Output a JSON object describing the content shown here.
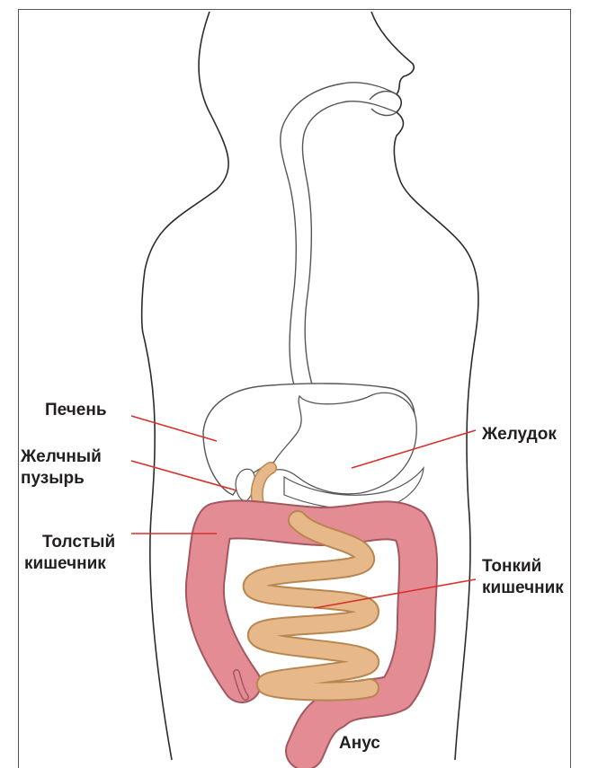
{
  "diagram": {
    "labels": {
      "liver": "Печень",
      "gallbladder_1": "Желчный",
      "gallbladder_2": "пузырь",
      "large_intestine_1": "Толстый",
      "large_intestine_2": "кишечник",
      "stomach": "Желудок",
      "small_intestine_1": "Тонкий",
      "small_intestine_2": "кишечник",
      "anus": "Анус"
    },
    "colors": {
      "outline": "#2b2b2b",
      "leader_line": "#d9312b",
      "large_intestine_fill": "#e48c93",
      "small_intestine_fill": "#e6b88a"
    }
  }
}
